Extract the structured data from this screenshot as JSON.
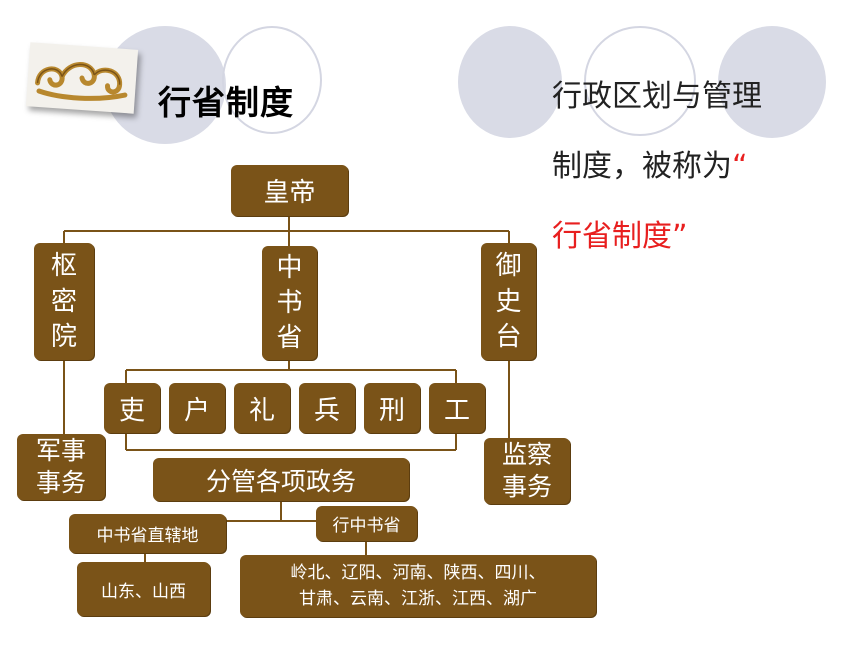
{
  "slide": {
    "title": "行省制度",
    "description": {
      "line1": "行政区划与管理",
      "line2_prefix": "制度，被称为",
      "line2_quote": "“",
      "line3": "行省制度”"
    },
    "logo": "cloud-pattern-icon"
  },
  "diagram": {
    "emperor": "皇帝",
    "shumiyuan": [
      "枢",
      "密",
      "院"
    ],
    "zhongshusheng": [
      "中",
      "书",
      "省"
    ],
    "yushitai": [
      "御",
      "史",
      "台"
    ],
    "ministries": [
      "吏",
      "户",
      "礼",
      "兵",
      "刑",
      "工"
    ],
    "military": [
      "军事",
      "事务"
    ],
    "supervision": [
      "监察",
      "事务"
    ],
    "affairs": "分管各项政务",
    "direct_area": "中书省直辖地",
    "branch_secretariat": "行中书省",
    "direct_provinces": "山东、山西",
    "branch_provinces": [
      "岭北、辽阳、河南、陕西、四川、",
      "甘肃、云南、江浙、江西、湖广"
    ]
  },
  "colors": {
    "box": "#7a5318",
    "accent_red": "#e81f1f",
    "decor_circle": "#d9dbe6"
  }
}
